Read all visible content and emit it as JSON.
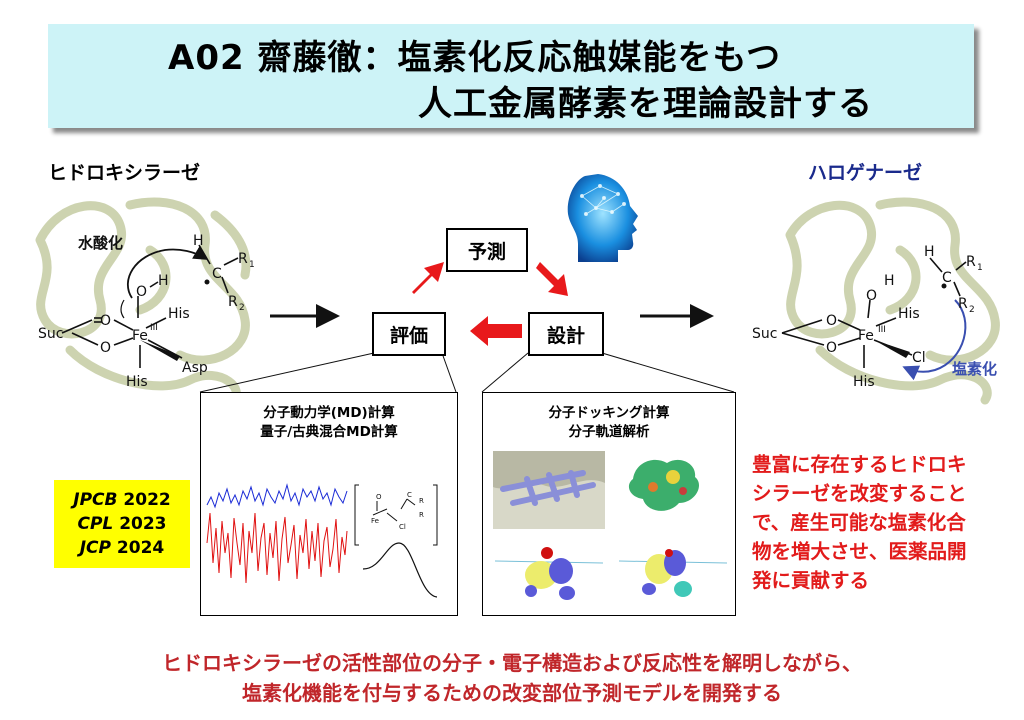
{
  "title": {
    "line1": "A02 齋藤徹：塩素化反応触媒能をもつ",
    "line2": "人工金属酵素を理論設計する"
  },
  "left_enzyme": {
    "name": "ヒドロキシラーゼ",
    "reaction_label": "水酸化",
    "atoms": {
      "suc": "Suc",
      "o": "O",
      "fe": "Fe",
      "fe_sup": "III",
      "his": "His",
      "asp": "Asp",
      "h": "H",
      "c": "C",
      "r1": "R",
      "r2": "R",
      "sub1": "1",
      "sub2": "2"
    }
  },
  "right_enzyme": {
    "name": "ハロゲナーゼ",
    "reaction_label": "塩素化",
    "atoms": {
      "suc": "Suc",
      "o": "O",
      "fe": "Fe",
      "fe_sup": "III",
      "his": "His",
      "cl": "Cl",
      "h": "H",
      "c": "C",
      "r1": "R",
      "r2": "R",
      "sub1": "1",
      "sub2": "2"
    }
  },
  "cycle": {
    "predict": "予測",
    "design": "設計",
    "evaluate": "評価"
  },
  "left_panel": {
    "title_line1": "分子動力学(MD)計算",
    "title_line2": "量子/古典混合MD計算"
  },
  "right_panel": {
    "title_line1": "分子ドッキング計算",
    "title_line2": "分子軌道解析"
  },
  "references": [
    {
      "journal": "JPCB",
      "year": "2022"
    },
    {
      "journal": "CPL",
      "year": "2023"
    },
    {
      "journal": "JCP",
      "year": "2024"
    }
  ],
  "side_text": {
    "line1": "豊富に存在するヒドロキ",
    "line2": "シラーゼを改変すること",
    "line3": "で、産生可能な塩素化合",
    "line4": "物を増大させ、医薬品開",
    "line5": "発に貢献する"
  },
  "bottom_text": {
    "line1": "ヒドロキシラーゼの活性部位の分子・電子構造および反応性を解明しながら、",
    "line2": "塩素化機能を付与するための改変部位予測モデルを開発する"
  },
  "colors": {
    "banner": "#cdf3f7",
    "arrow_red": "#e8191b",
    "right_title": "#1a2a8c",
    "chlorination": "#3a4fb0",
    "side_text": "#e21b1b",
    "bottom_text": "#c0262a",
    "refs_bg": "#ffff00",
    "md_blue": "#1a2ad6",
    "md_red": "#e01010",
    "protein": "#c8cfa8"
  }
}
